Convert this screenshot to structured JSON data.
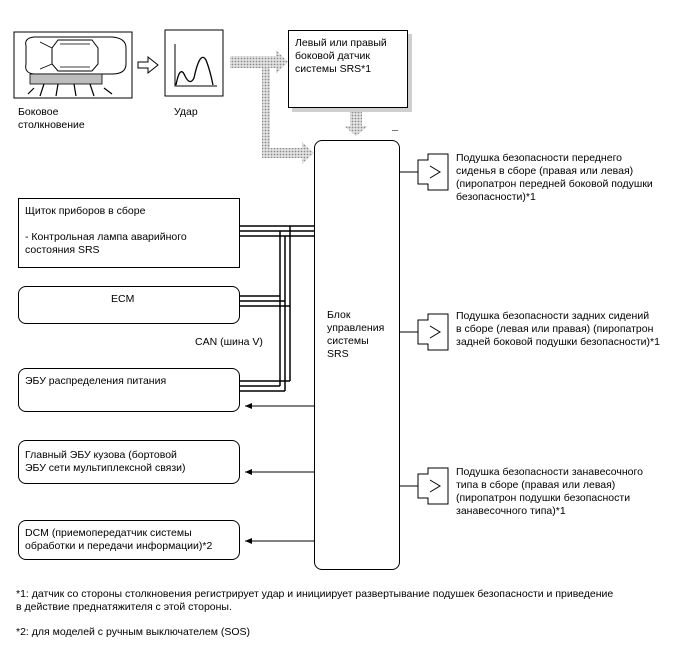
{
  "top_row": {
    "collision_label": "Боковое\nстолкновение",
    "impact_label": "Удар",
    "sensor_box": "Левый или правый боковой датчик\nсистемы SRS*1"
  },
  "center_unit": {
    "label": "Блок\nуправления\nсистемы\nSRS"
  },
  "left_boxes": {
    "combination_meter": "Щиток приборов в сборе\n\n- Контрольная лампа аварийного\nсостояния SRS",
    "ecm": "ECM",
    "can_label": "CAN (шина V)",
    "power_dist_ecu": "ЭБУ распределения питания",
    "main_body_ecu": "Главный ЭБУ кузова (бортовой\nЭБУ сети мультиплексной связи)",
    "dcm": "DCM (приемопередатчик системы\nобработки и передачи информации)*2"
  },
  "right_outputs": {
    "front_seat_airbag": "Подушка безопасности переднего\nсиденья в сборе (правая или левая)\n(пиропатрон передней боковой подушки\nбезопасности)*1",
    "rear_seat_airbag": "Подушка безопасности задних сидений\nв сборе (левая или правая) (пиропатрон\nзадней боковой подушки безопасности)*1",
    "curtain_airbag": "Подушка безопасности занавесочного\nтипа в сборе (правая или левая)\n(пиропатрон подушки безопасности\nзанавесочного типа)*1"
  },
  "footnotes": {
    "note1": "*1: датчик со стороны столкновения регистрирует удар и инициирует развертывание подушек безопасности и приведение\nв действие преднатяжителя с этой стороны.",
    "note2": "*2: для моделей с ручным выключателем (SOS)"
  },
  "icons": [
    "car-side-collision-icon",
    "impact-waveform-icon",
    "squib-connector-icon"
  ],
  "colors": {
    "line": "#000000",
    "shadow": "#cfcfcf",
    "dotted_arrow": "#9a9a9a"
  }
}
